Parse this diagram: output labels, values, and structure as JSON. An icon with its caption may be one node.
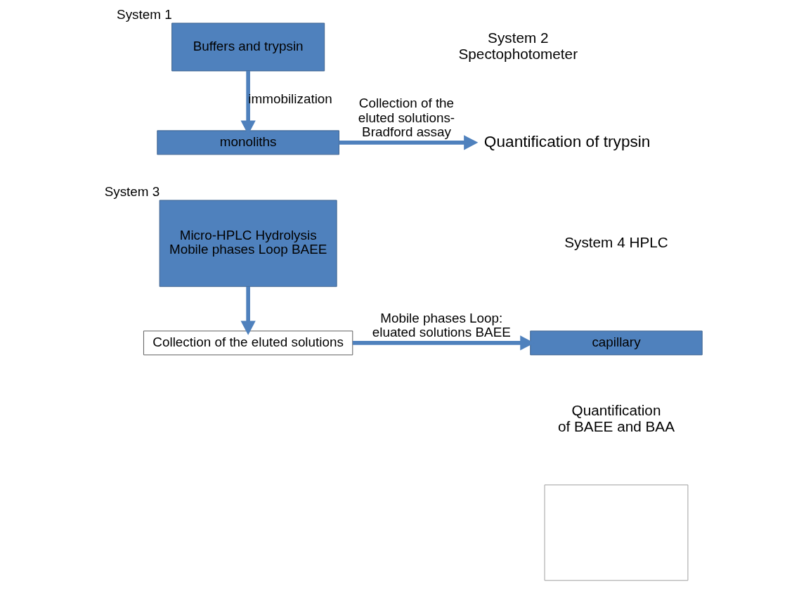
{
  "diagram": {
    "nodes": [
      {
        "text": [
          "Buffers and trypsin"
        ],
        "beside": [
          "System 1"
        ]
      },
      {
        "text": [
          "monoliths"
        ]
      },
      {
        "text": [
          "Micro-HPLC Hydrolysis",
          "Mobile phases Loop BAEE"
        ],
        "beside": [
          "System 3"
        ]
      },
      {
        "text": [
          "Collection of the eluted solutions"
        ]
      },
      {
        "text": [
          "Quantification of trypsin"
        ]
      },
      {
        "text": [
          "capillary"
        ]
      },
      {
        "text": [],
        "shape": "box"
      }
    ],
    "edges": [
      {
        "from": 0,
        "to": 1,
        "arrow": "to",
        "label": "immobilization"
      },
      {
        "from": 1,
        "to": 4,
        "arrow": "to",
        "label": "Collection of the eluted solutions-Bradford assay"
      },
      {
        "from": 2,
        "to": 3,
        "arrow": "to"
      },
      {
        "from": 3,
        "to": 5,
        "arrow": "to",
        "label": "Mobile phases Loop: eluated solutions BAEE"
      }
    ],
    "labels": [
      "System 2 Spectophotometer",
      "System 4 HPLC",
      "Quantification of BAEE and BAA"
    ]
  }
}
